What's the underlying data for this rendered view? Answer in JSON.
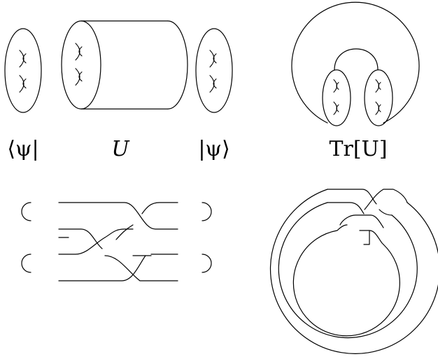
{
  "labels": {
    "bra": "⟨ψ|",
    "unitary": "U",
    "ket": "|ψ⟩",
    "trace": "Tr[U]"
  },
  "colors": {
    "ink": "#000000",
    "background": "#ffffff"
  }
}
